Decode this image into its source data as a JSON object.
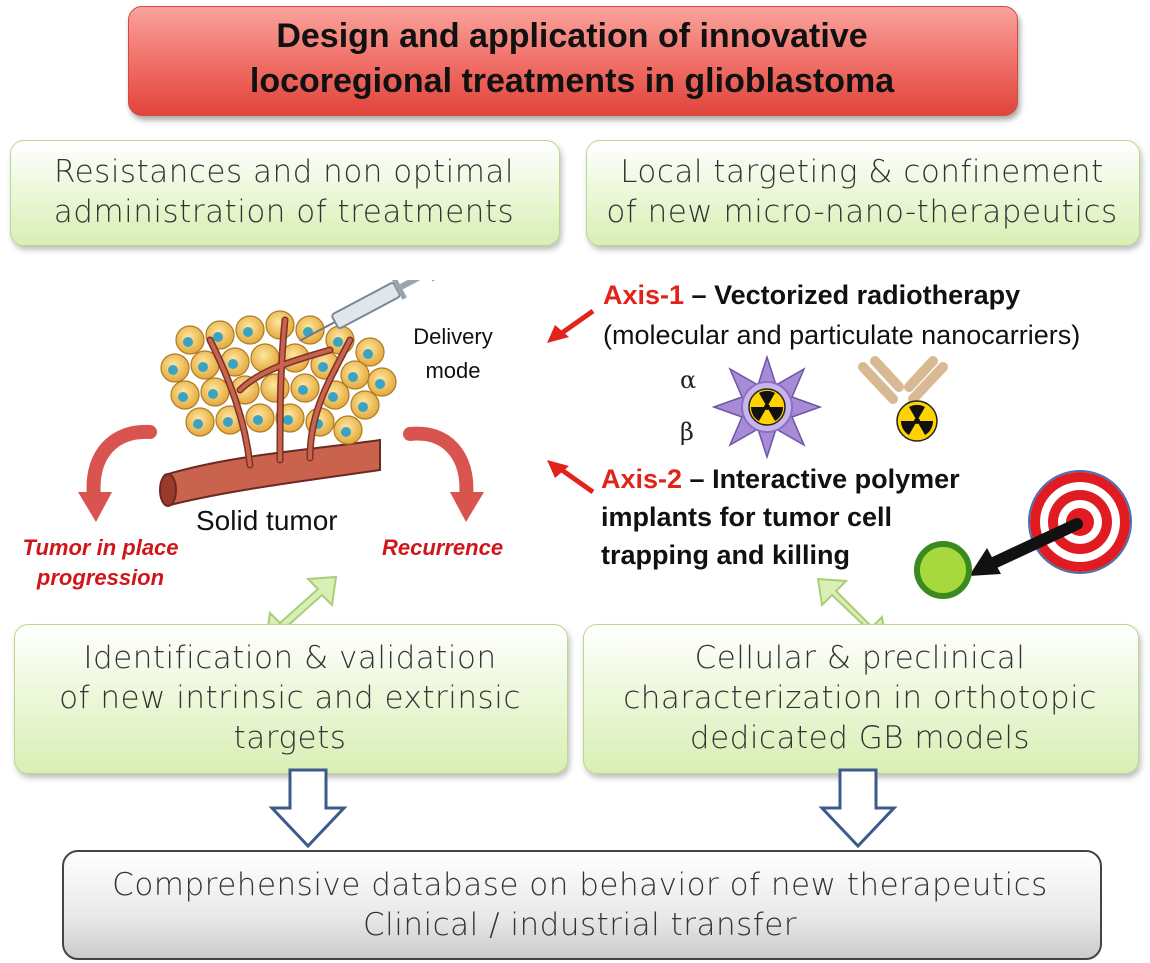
{
  "title": {
    "line1": "Design and application of innovative",
    "line2": "locoregional treatments in glioblastoma"
  },
  "boxes": {
    "top_left": [
      "Resistances and non optimal",
      "administration of treatments"
    ],
    "top_right": [
      "Local targeting & confinement",
      "of new micro-nano-therapeutics"
    ],
    "bottom_left": [
      "Identification & validation",
      "of new intrinsic and extrinsic",
      "targets"
    ],
    "bottom_right": [
      "Cellular & preclinical",
      "characterization in orthotopic",
      "dedicated GB models"
    ],
    "final": [
      "Comprehensive database on behavior of new therapeutics",
      "Clinical / industrial transfer"
    ]
  },
  "tumor": {
    "delivery_line1": "Delivery",
    "delivery_line2": "mode",
    "solid_tumor": "Solid tumor",
    "progression_line1": "Tumor in place",
    "progression_line2": "progression",
    "recurrence": "Recurrence"
  },
  "axis1": {
    "name": "Axis-1",
    "title": " – Vectorized radiotherapy",
    "subtitle": "(molecular and particulate nanocarriers)",
    "alpha": "α",
    "beta": "β"
  },
  "axis2": {
    "name": "Axis-2",
    "title_line1": " – Interactive polymer",
    "title_line2": "implants for tumor cell",
    "title_line3": "trapping and killing"
  },
  "colors": {
    "accent_red": "#e2231a",
    "title_red": "#f07169",
    "box_green": "#d8efb4",
    "arrow_green": "#d9efb5"
  }
}
